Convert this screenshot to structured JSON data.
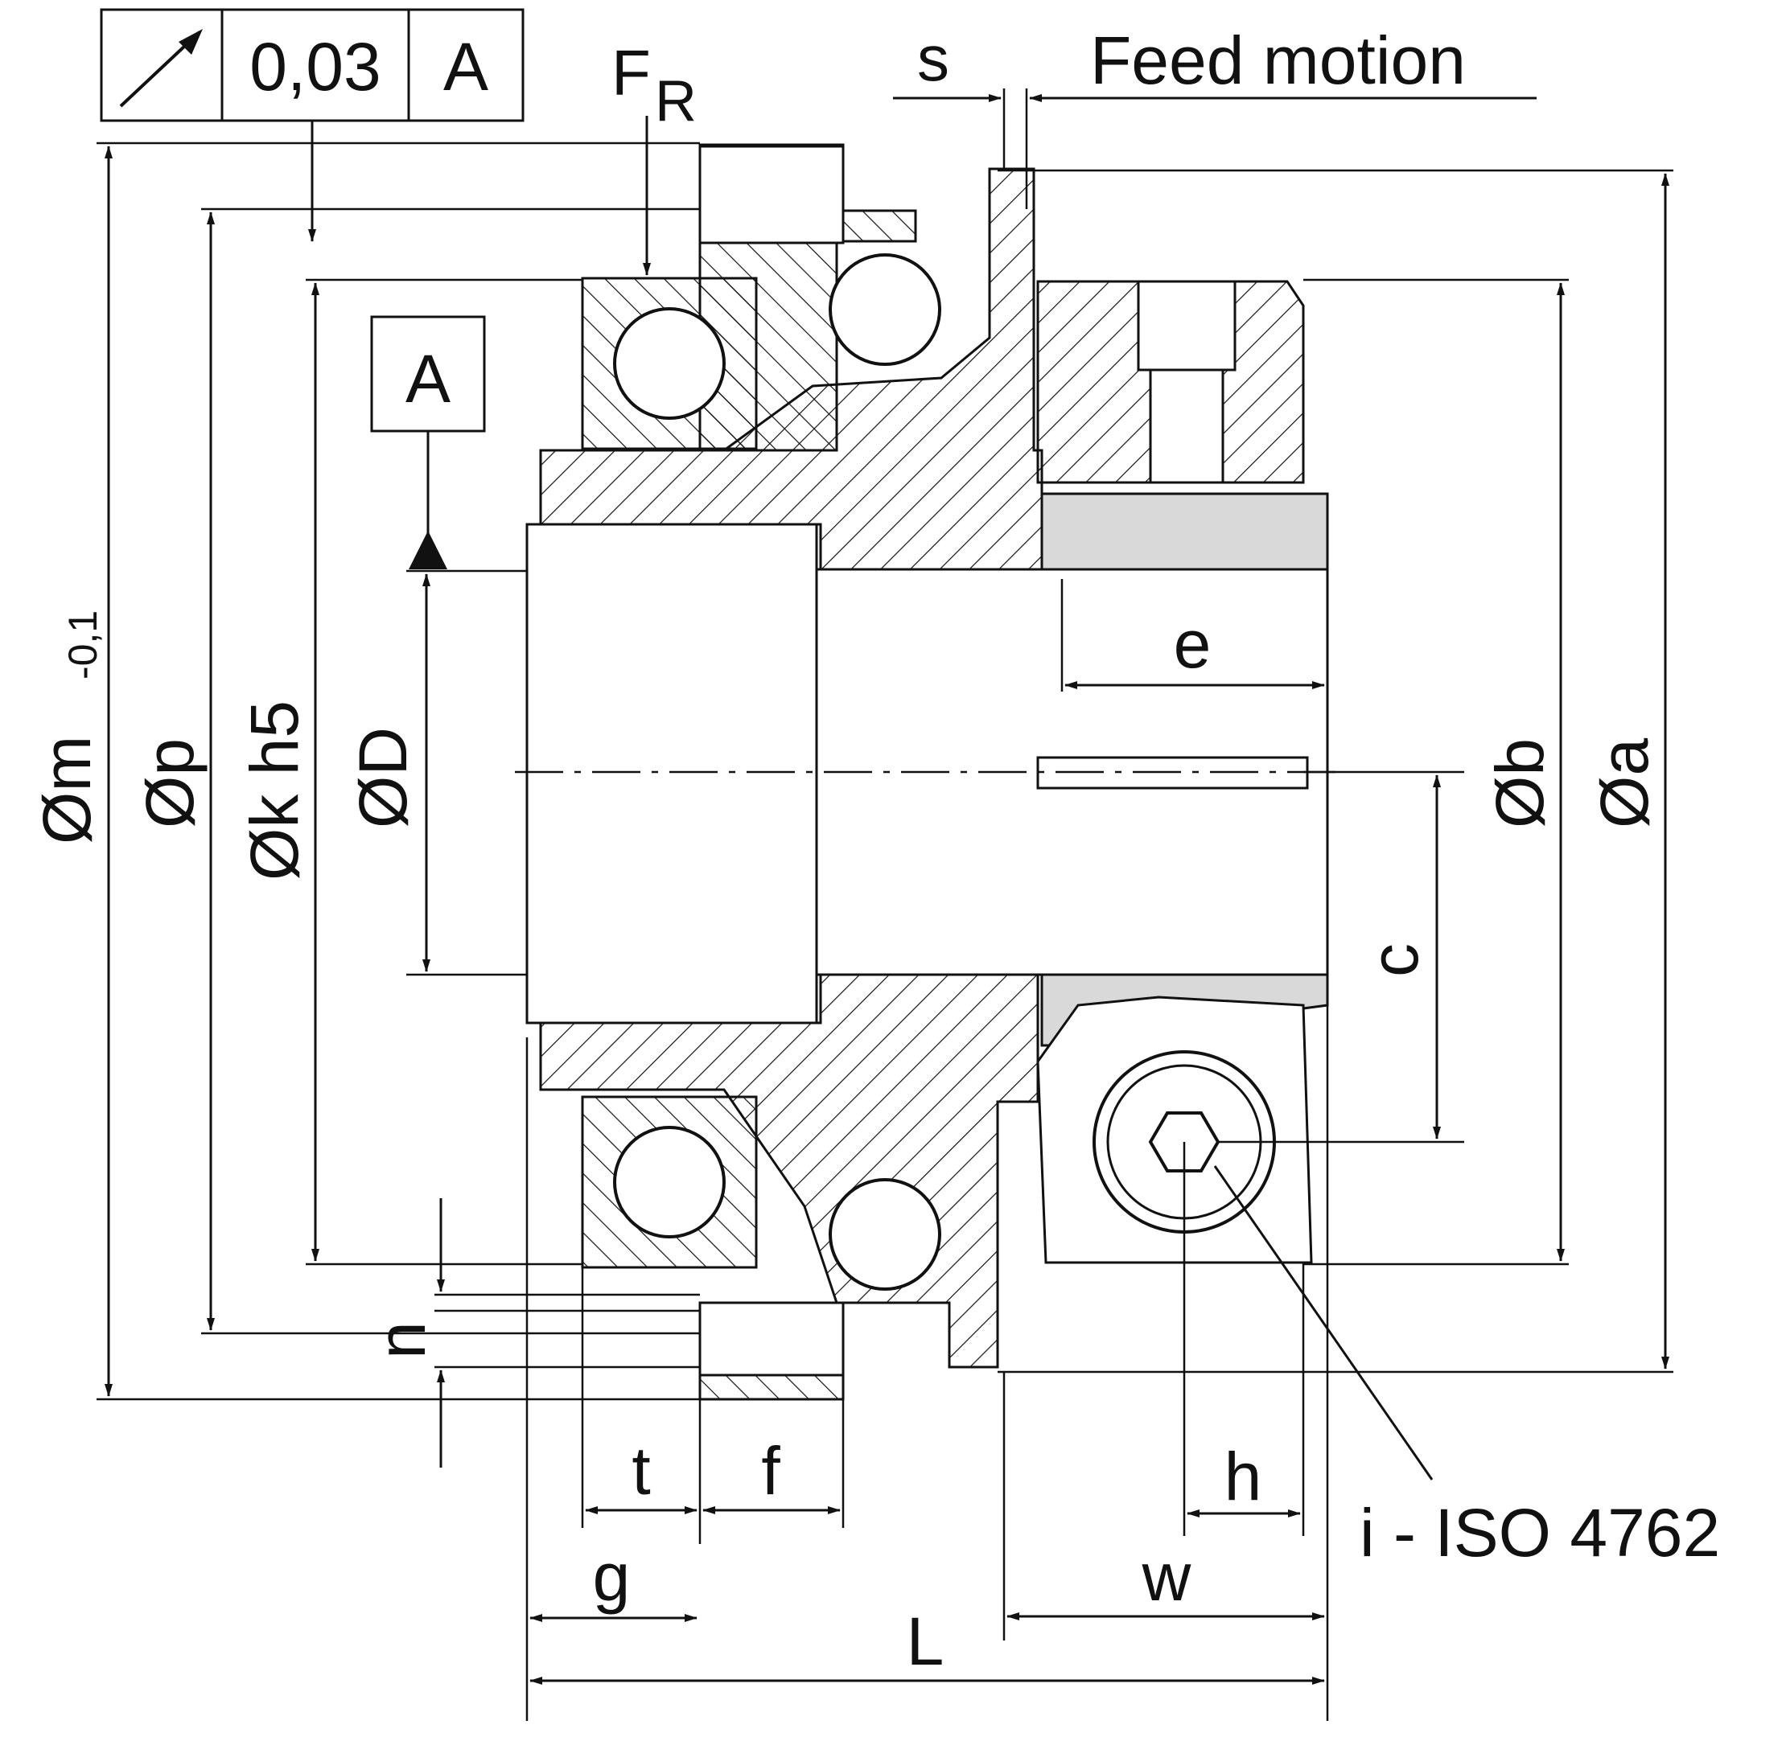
{
  "tolerance_frame": {
    "symbol": "circular-runout",
    "value": "0,03",
    "datum": "A"
  },
  "datum_label": "A",
  "labels": {
    "radial_force": "F",
    "radial_force_sub": "R",
    "s": "s",
    "feed_motion": "Feed motion",
    "dia_m": "Øm",
    "dia_m_tol": "-0,1",
    "dia_p": "Øp",
    "dia_k": "Øk h5",
    "dia_D": "ØD",
    "dia_b": "Øb",
    "dia_a": "Øa",
    "e": "e",
    "c": "c",
    "n": "n",
    "t": "t",
    "f": "f",
    "g": "g",
    "h": "h",
    "w": "w",
    "L": "L",
    "screw": "i - ISO 4762"
  }
}
